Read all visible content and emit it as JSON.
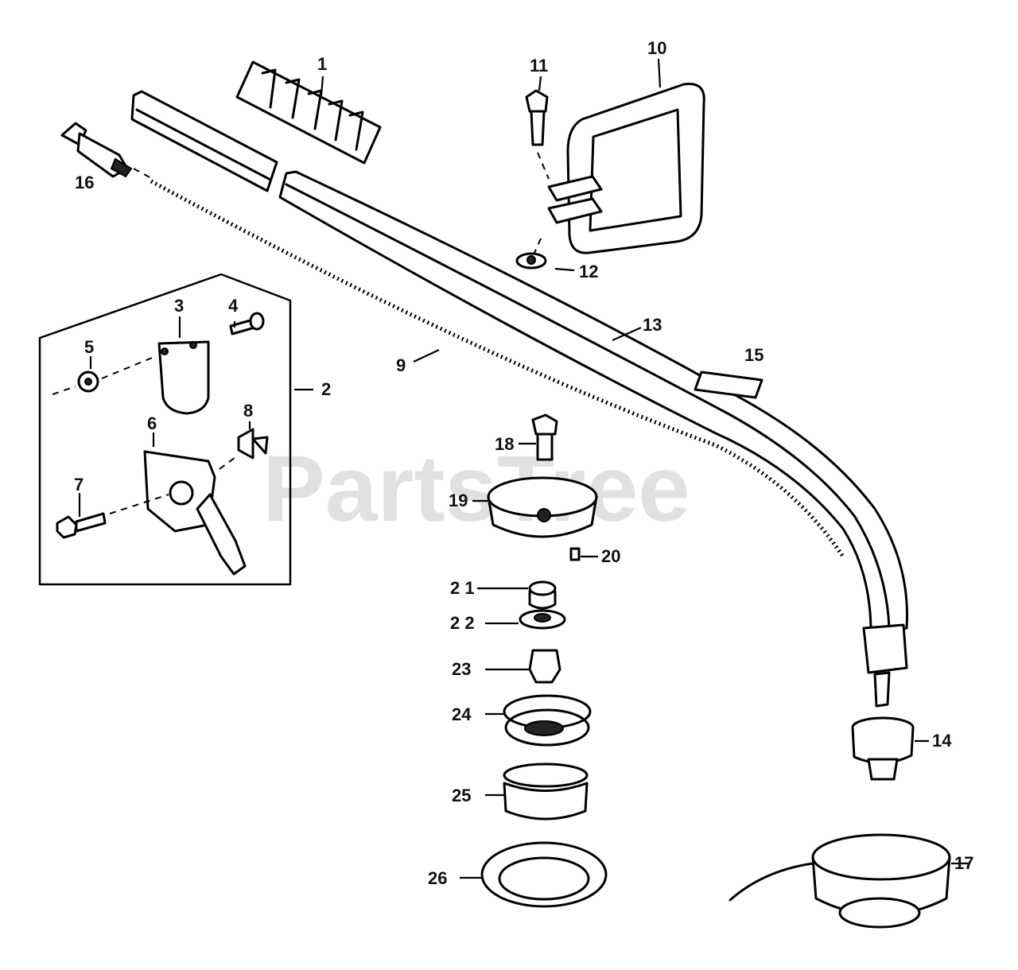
{
  "watermark": "PartsTree",
  "callouts": {
    "c1": "1",
    "c2": "2",
    "c3": "3",
    "c4": "4",
    "c5": "5",
    "c6": "6",
    "c7": "7",
    "c8": "8",
    "c9": "9",
    "c10": "10",
    "c11": "11",
    "c12": "12",
    "c13": "13",
    "c14": "14",
    "c15": "15",
    "c16": "16",
    "c17": "17",
    "c18": "18",
    "c19": "19",
    "c20": "20",
    "c21": "2 1",
    "c22": "2 2",
    "c23": "23",
    "c24": "24",
    "c25": "25",
    "c26": "26"
  },
  "icons": [
    "grip-icon",
    "tube-icon",
    "flex-cable-icon",
    "handle-icon",
    "bolt-icon",
    "wing-nut-icon",
    "clamp-icon",
    "throttle-icon",
    "spool-icon",
    "trimmer-head-icon"
  ]
}
